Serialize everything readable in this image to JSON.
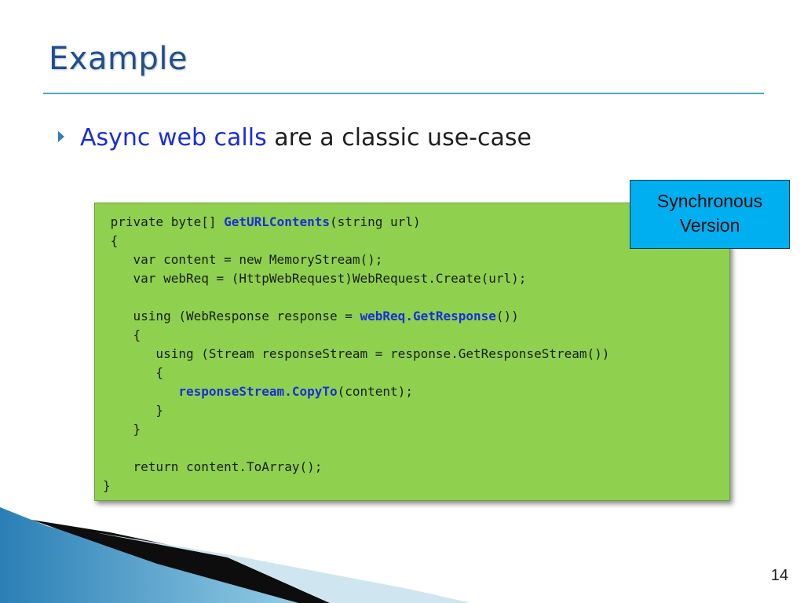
{
  "slide": {
    "title": "Example",
    "page_number": "14"
  },
  "bullet": {
    "emphasis": "Async web calls",
    "rest": " are a classic use-case"
  },
  "callout": {
    "line1": "Synchronous",
    "line2": "Version"
  },
  "code": {
    "l1_a": " private byte[] ",
    "l1_kw": "GetURLContents",
    "l1_b": "(string url)",
    "l2": " {",
    "l3": "    var content = new MemoryStream();",
    "l4": "    var webReq = (HttpWebRequest)WebRequest.Create(url);",
    "l5": "",
    "l6_a": "    using (WebResponse response = ",
    "l6_kw": "webReq.GetResponse",
    "l6_b": "())",
    "l7": "    {",
    "l8": "       using (Stream responseStream = response.GetResponseStream())",
    "l9": "       {",
    "l10_a": "          ",
    "l10_kw": "responseStream.CopyTo",
    "l10_b": "(content);",
    "l11": "       }",
    "l12": "    }",
    "l13": "",
    "l14": "    return content.ToArray();",
    "l15": "}"
  },
  "colors": {
    "title": "#1f4f8f",
    "accent_blue": "#1a2ed8",
    "code_bg": "#8fd14f",
    "callout_bg": "#00aff0"
  }
}
